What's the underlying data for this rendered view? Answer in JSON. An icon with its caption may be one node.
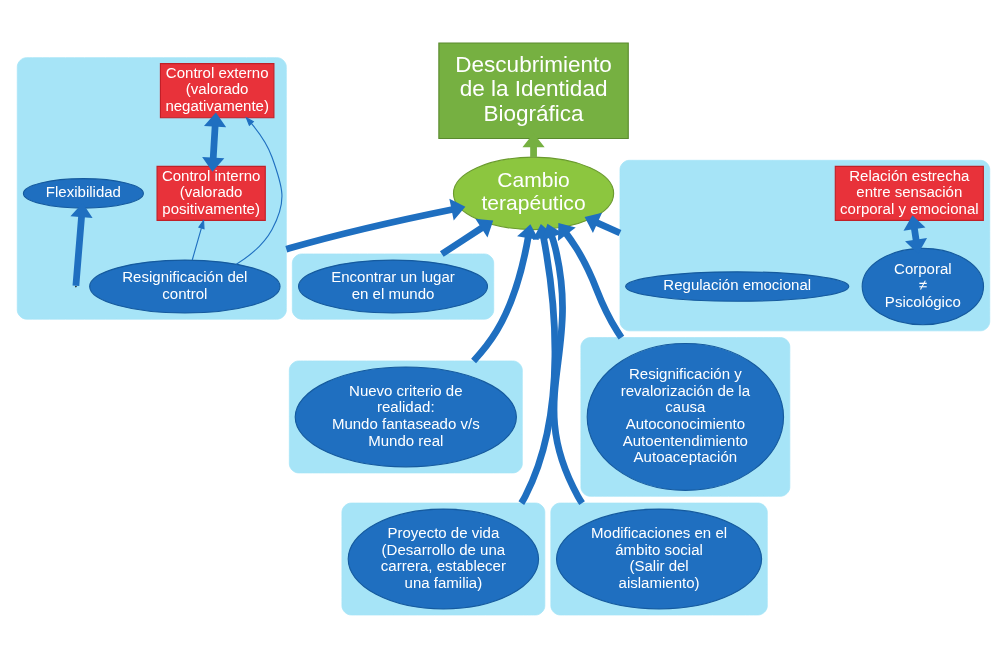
{
  "diagram": {
    "nodes": [
      {
        "text": [
          "Descubrimiento de la Identidad Biográfica"
        ]
      },
      {
        "text": [
          "Cambio terapéutico"
        ]
      },
      {
        "text": [],
        "shape": "box"
      },
      {
        "text": [
          "Resignificación del control"
        ],
        "in": 2
      },
      {
        "text": [
          "Control interno (valorado positivamente)"
        ],
        "in": 2
      },
      {
        "text": [
          "Control externo (valorado negativamente)"
        ],
        "in": 2
      },
      {
        "text": [
          "Flexibilidad"
        ],
        "in": 2
      },
      {
        "text": [],
        "shape": "box"
      },
      {
        "text": [
          "Regulación emocional"
        ],
        "in": 7
      },
      {
        "text": [
          "Corporal",
          "≠",
          "Psicológico"
        ],
        "in": 7
      },
      {
        "text": [
          "Relación estrecha entre sensación corporal y emocional"
        ],
        "in": 7
      },
      {
        "text": [],
        "shape": "box"
      },
      {
        "text": [
          "Encontrar un lugar en el mundo"
        ],
        "in": 11
      },
      {
        "text": [],
        "shape": "box"
      },
      {
        "text": [
          "Nuevo criterio de realidad:",
          "Mundo fantaseado v/s Mundo real"
        ],
        "in": 13
      },
      {
        "text": [],
        "shape": "box"
      },
      {
        "text": [
          "Proyecto de vida",
          "(Desarrollo de una carrera, establecer una familia)"
        ],
        "in": 15
      },
      {
        "text": [],
        "shape": "box"
      },
      {
        "text": [
          "Modificaciones en el ámbito social",
          "(Salir del aislamiento)"
        ],
        "in": 17
      },
      {
        "text": [],
        "shape": "box"
      },
      {
        "text": [
          "Resignificación y revalorización de la causa",
          "Autoconocimiento Autoentendimiento Autoaceptación"
        ],
        "in": 19
      }
    ],
    "edges": [
      {
        "from": 1,
        "to": 0,
        "arrow": "to",
        "color": "#76b041"
      },
      {
        "from": 2,
        "to": 1,
        "arrow": "to"
      },
      {
        "from": 3,
        "to": 4,
        "arrow": "to"
      },
      {
        "from": 3,
        "to": 5,
        "arrow": "to"
      },
      {
        "from": 4,
        "to": 5,
        "arrow": "both"
      },
      {
        "from": null,
        "to": 6,
        "arrow": "to"
      },
      {
        "from": 7,
        "to": 1,
        "arrow": "to"
      },
      {
        "from": 9,
        "to": 10,
        "arrow": "both"
      },
      {
        "from": 11,
        "to": 1,
        "arrow": "to"
      },
      {
        "from": 13,
        "to": 1,
        "arrow": "to"
      },
      {
        "from": 15,
        "to": 1,
        "arrow": "to"
      },
      {
        "from": 17,
        "to": 1,
        "arrow": "to"
      },
      {
        "from": 19,
        "to": 1,
        "arrow": "to"
      }
    ]
  }
}
